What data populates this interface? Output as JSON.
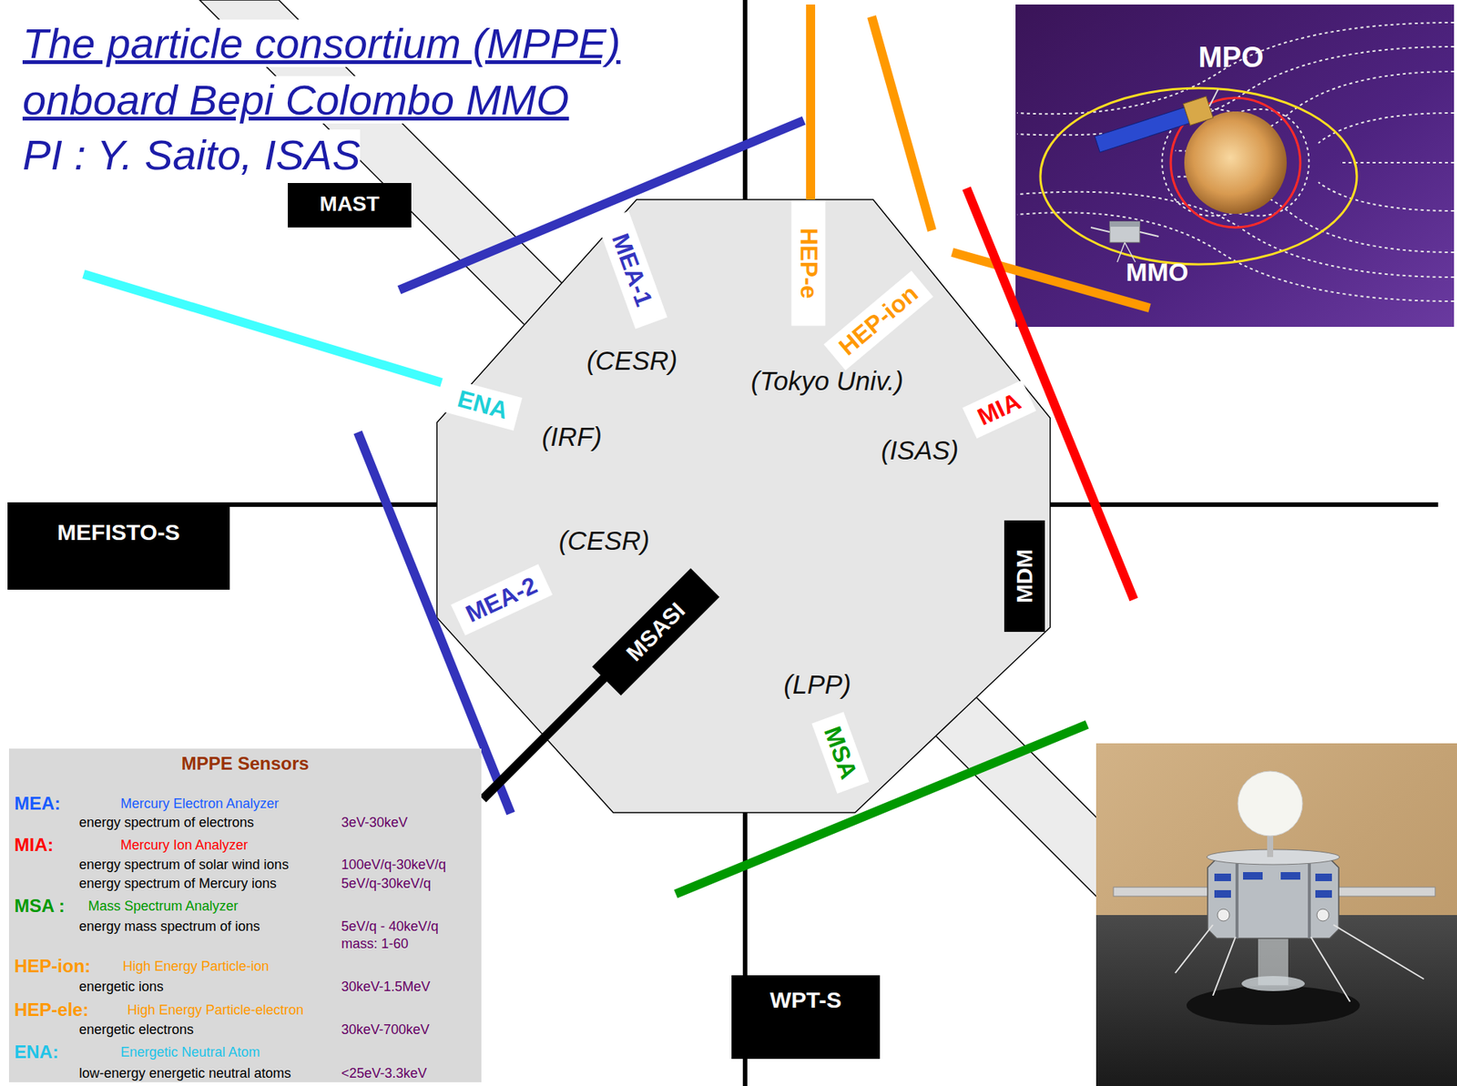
{
  "diagram": {
    "title": "The particle consortium (MPPE) onboard Bepi Colombo MMO",
    "nodes": [
      {
        "text": [
          "MAST"
        ]
      },
      {
        "text": [
          "MEA-1"
        ]
      },
      {
        "text": [
          "HEP-e"
        ]
      },
      {
        "text": [
          "HEP-ion"
        ]
      },
      {
        "text": [
          "ENA"
        ]
      },
      {
        "text": [
          "MIA"
        ]
      },
      {
        "text": [
          "MEFISTO-S"
        ]
      },
      {
        "text": [
          "MDM"
        ]
      },
      {
        "text": [
          "MEA-2"
        ]
      },
      {
        "text": [
          "MSASI"
        ]
      },
      {
        "text": [
          "MSA"
        ]
      },
      {
        "text": [
          "MPPE Sensors"
        ]
      },
      {
        "text": [
          "WPT-S"
        ]
      }
    ],
    "labels": [
      "PI : Y. Saito, ISAS",
      "MPO",
      "MMO",
      "(CESR)",
      "(Tokyo Univ.)",
      "(IRF)",
      "(ISAS)",
      "(CESR)",
      "(LPP)",
      "MEA:",
      "Mercury Electron Analyzer",
      "energy spectrum of electrons",
      "3eV-30keV",
      "MIA:",
      "Mercury Ion Analyzer",
      "energy spectrum of solar wind ions",
      "100eV/q-30keV/q",
      "energy spectrum of Mercury ions",
      "5eV/q-30keV/q",
      "MSA :",
      "Mass Spectrum Analyzer",
      "energy mass spectrum of ions",
      "5eV/q - 40keV/q",
      "mass: 1-60",
      "HEP-ion:",
      "High Energy Particle-ion",
      "energetic ions",
      "30keV-1.5MeV",
      "HEP-ele:",
      "High Energy Particle-electron",
      "energetic electrons",
      "30keV-700keV",
      "ENA:",
      "Energetic Neutral Atom",
      "low-energy energetic neutral atoms",
      "<25eV-3.3keV"
    ]
  }
}
